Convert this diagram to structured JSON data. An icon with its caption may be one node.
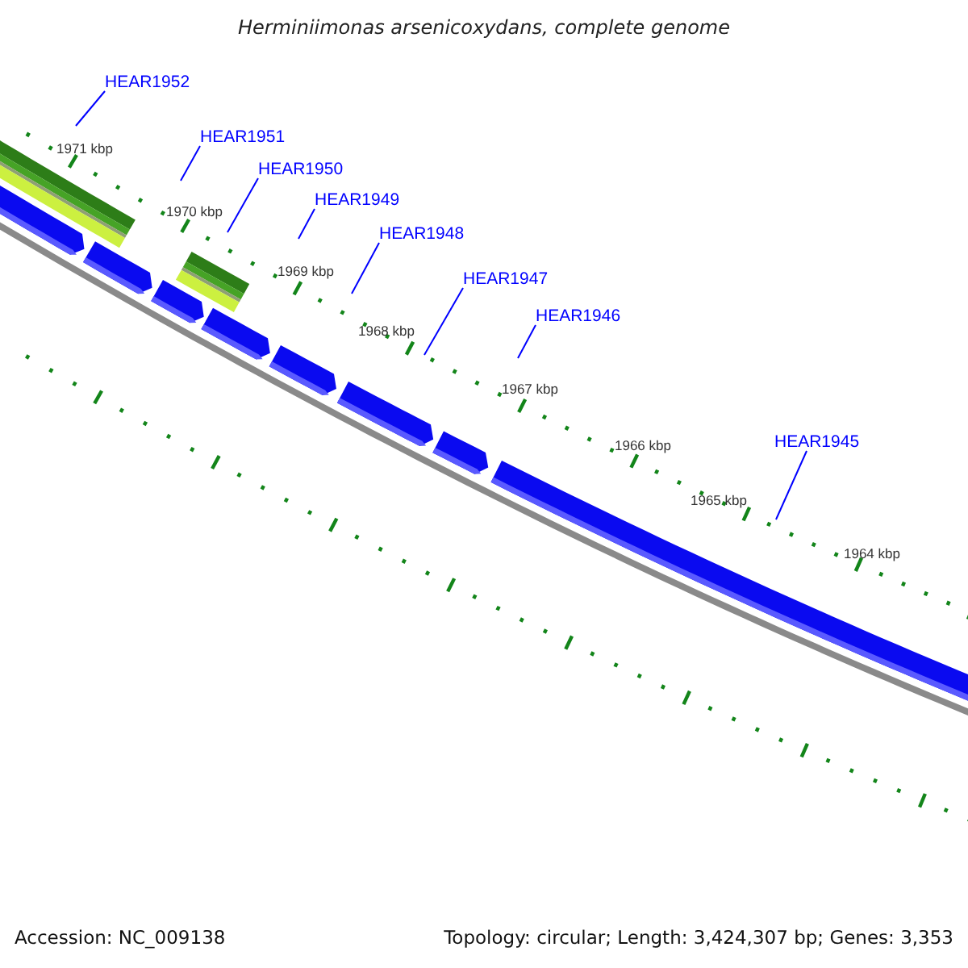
{
  "diagram": {
    "title": "Herminiimonas arsenicoxydans, complete genome",
    "nodes": [
      {
        "text": [
          "HEAR1952"
        ]
      },
      {
        "text": [
          "HEAR1951"
        ]
      },
      {
        "text": [
          "HEAR1950"
        ]
      },
      {
        "text": [
          "HEAR1949"
        ]
      },
      {
        "text": [
          "HEAR1948"
        ]
      },
      {
        "text": [
          "HEAR1947"
        ]
      },
      {
        "text": [
          "HEAR1946"
        ]
      },
      {
        "text": [
          "HEAR1945"
        ]
      }
    ],
    "edges": [
      {
        "from": 0,
        "to": null,
        "arrow": "none"
      },
      {
        "from": 1,
        "to": null,
        "arrow": "none"
      },
      {
        "from": 2,
        "to": null,
        "arrow": "none"
      },
      {
        "from": 3,
        "to": null,
        "arrow": "none"
      },
      {
        "from": 4,
        "to": null,
        "arrow": "none"
      },
      {
        "from": 5,
        "to": null,
        "arrow": "none"
      },
      {
        "from": 6,
        "to": null,
        "arrow": "none"
      },
      {
        "from": 7,
        "to": null,
        "arrow": "none"
      }
    ],
    "labels": [
      "1971 kbp",
      "1970 kbp",
      "1969 kbp",
      "1968 kbp",
      "1967 kbp",
      "1966 kbp",
      "1965 kbp",
      "1964 kbp",
      "Accession: NC_009138",
      "Topology: circular; Length: 3,424,307 bp; Genes: 3,353"
    ]
  }
}
